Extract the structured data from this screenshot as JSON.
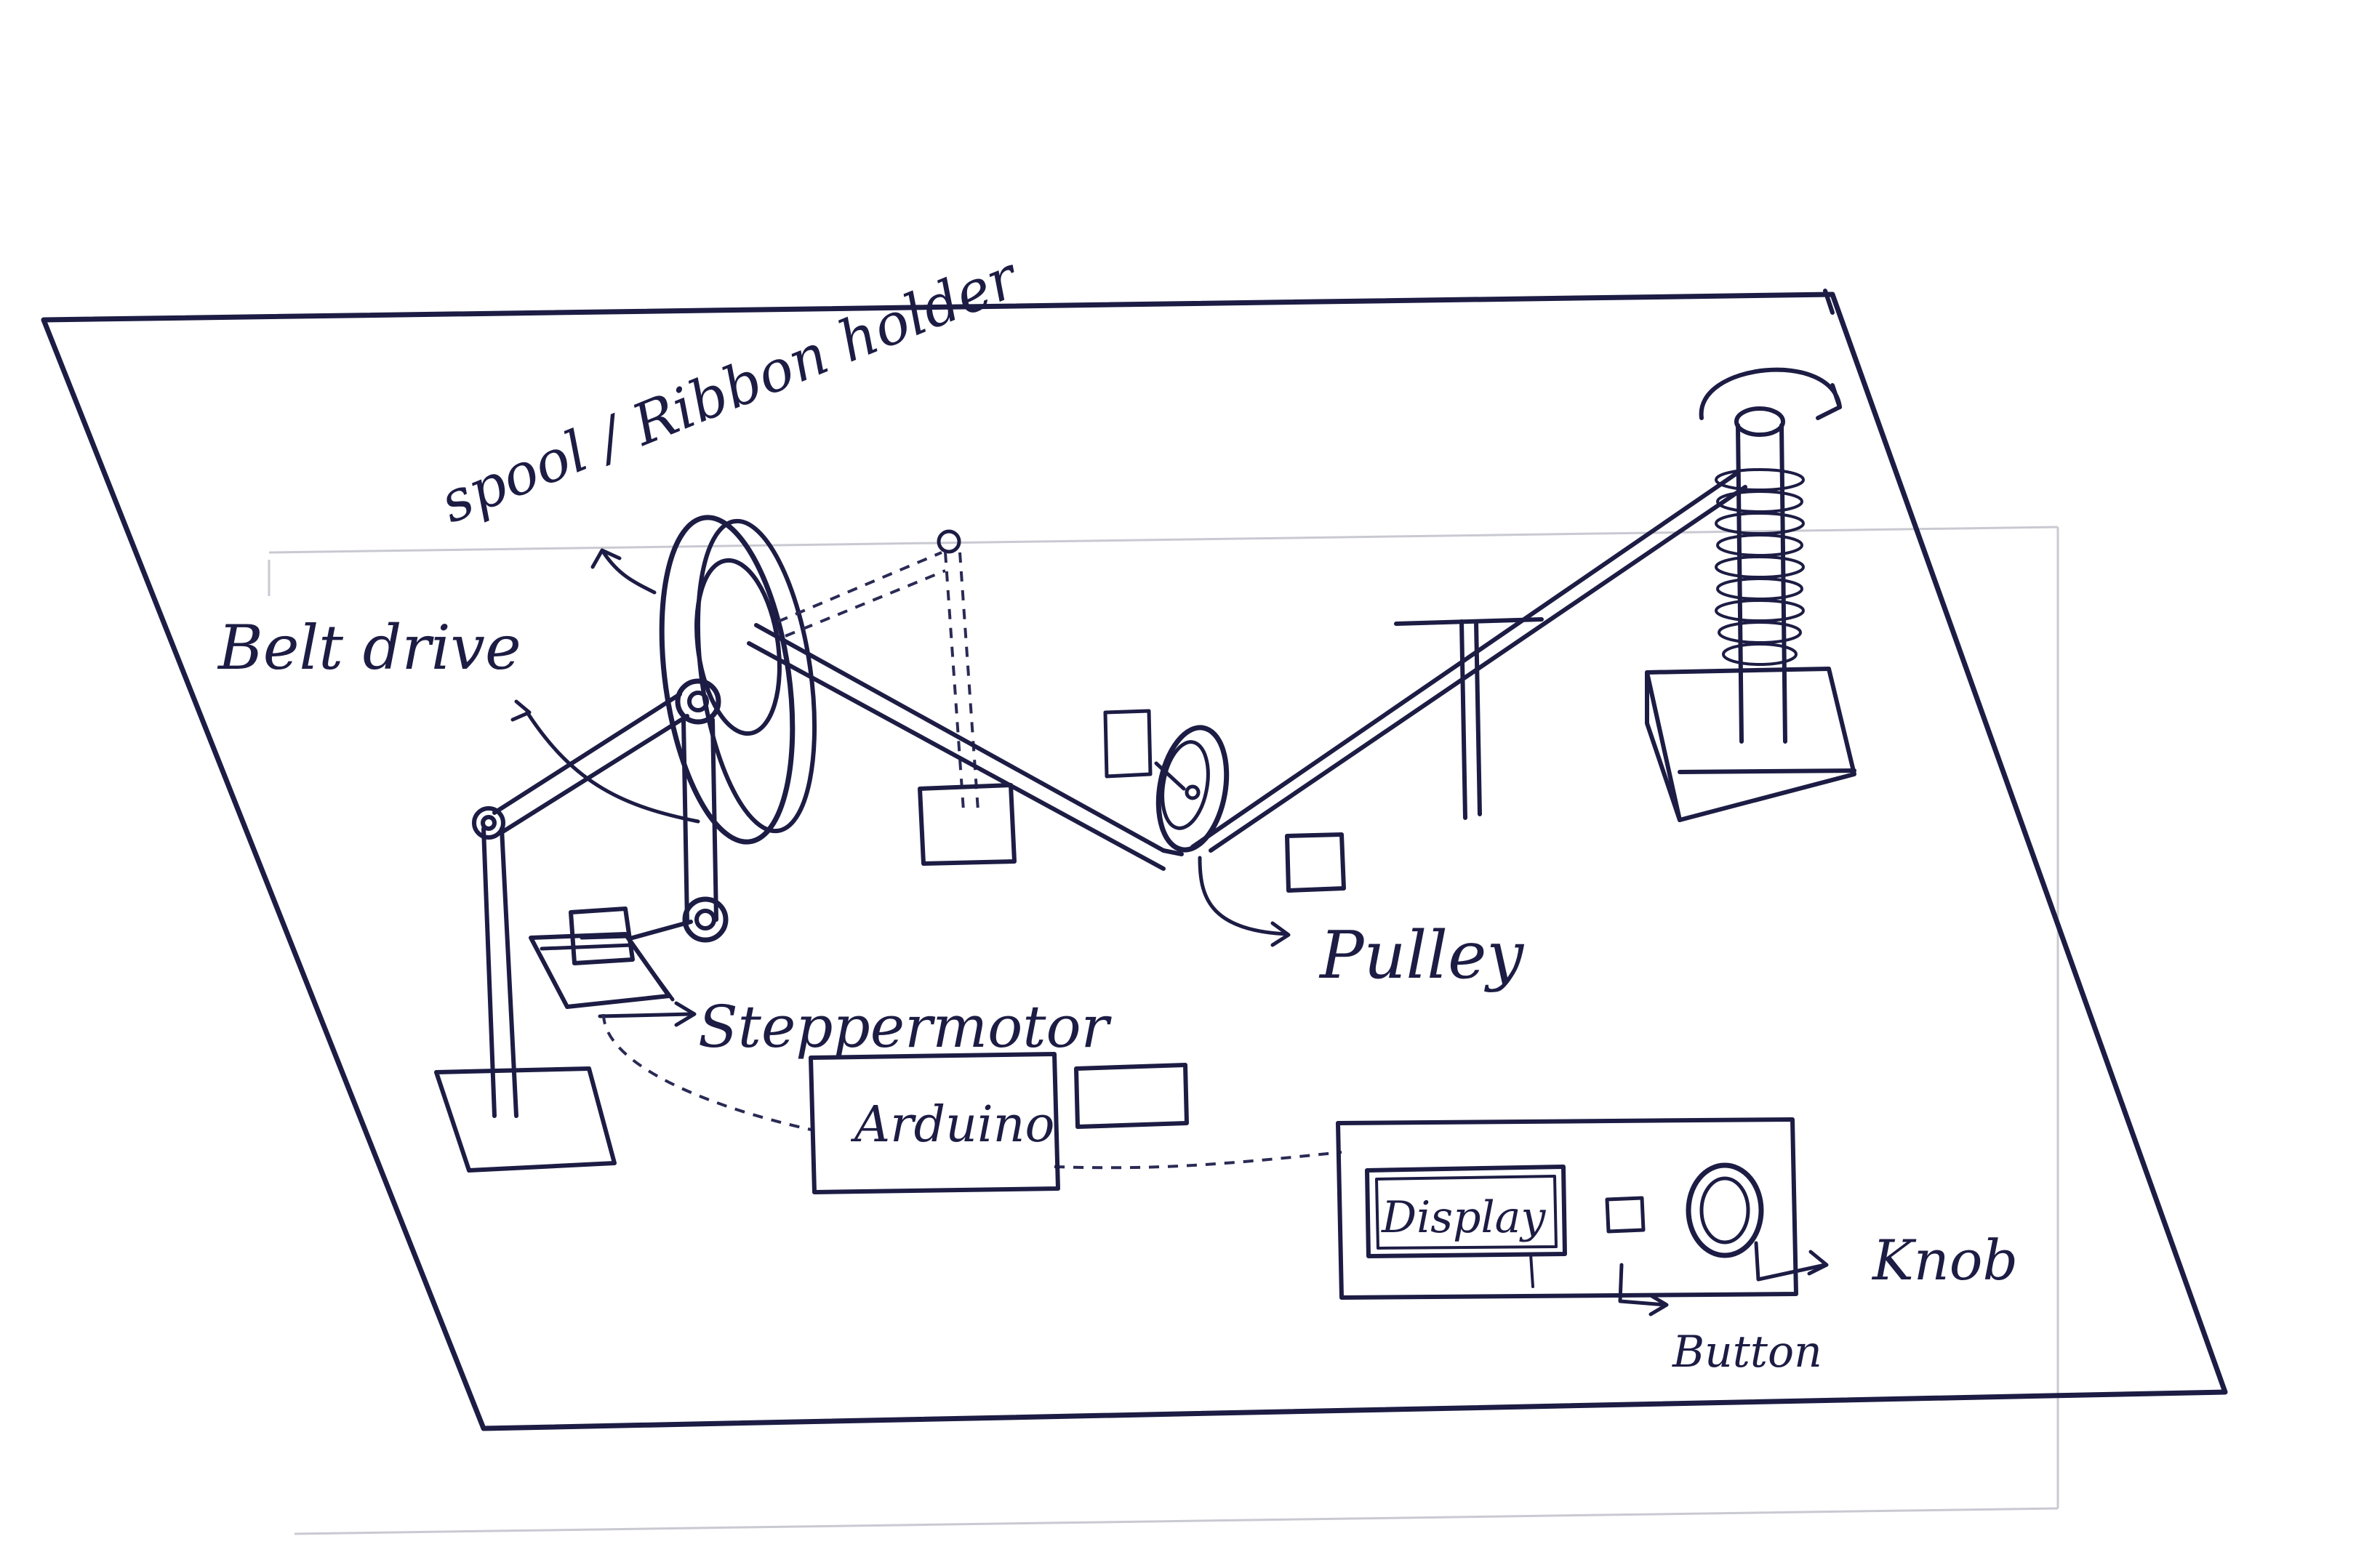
{
  "labels": {
    "spool": "spool / Ribbon holder",
    "belt": "Belt drive",
    "stepper": "Steppermotor",
    "arduino": "Arduino",
    "pulley": "Pulley",
    "display": "Display",
    "button": "Button",
    "knob": "Knob"
  },
  "colors": {
    "ink": "#1c1c44",
    "paper": "#ffffff"
  }
}
